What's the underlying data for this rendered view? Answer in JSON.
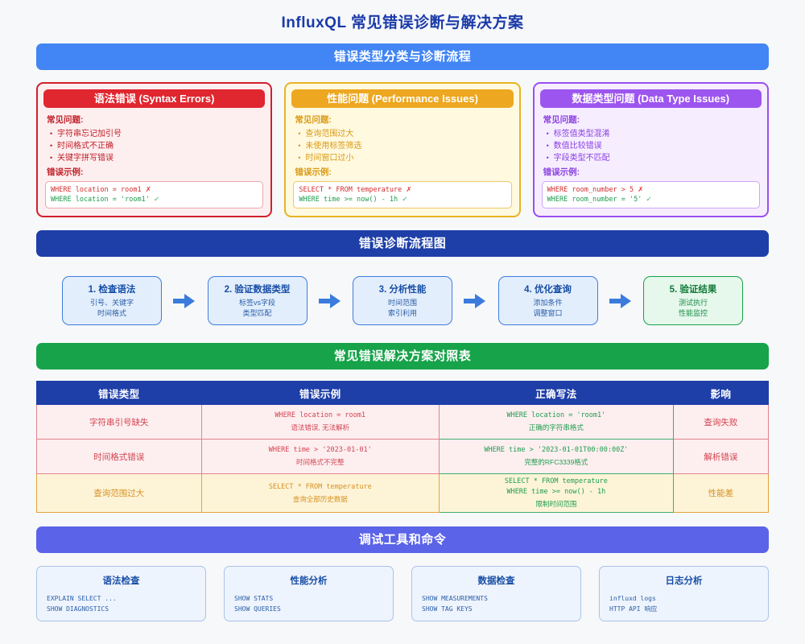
{
  "page_title": "InfluxQL 常见错误诊断与解决方案",
  "sections": {
    "classification": {
      "bar_label": "错误类型分类与诊断流程"
    },
    "flow": {
      "bar_label": "错误诊断流程图"
    },
    "table": {
      "bar_label": "常见错误解决方案对照表"
    },
    "tools": {
      "bar_label": "调试工具和命令"
    }
  },
  "error_cards": [
    {
      "title": "语法错误 (Syntax Errors)",
      "issues_label": "常见问题:",
      "issues": [
        "字符串忘记加引号",
        "时间格式不正确",
        "关键字拼写错误"
      ],
      "example_label": "错误示例:",
      "bad_code": "WHERE location = room1",
      "good_code": "WHERE location = 'room1'",
      "accent": "#e0262f"
    },
    {
      "title": "性能问题 (Performance Issues)",
      "issues_label": "常见问题:",
      "issues": [
        "查询范围过大",
        "未使用标签筛选",
        "时间窗口过小"
      ],
      "example_label": "错误示例:",
      "bad_code": "SELECT * FROM temperature",
      "good_code": "WHERE time >= now() - 1h",
      "accent": "#eda720"
    },
    {
      "title": "数据类型问题 (Data Type Issues)",
      "issues_label": "常见问题:",
      "issues": [
        "标签值类型混淆",
        "数值比较错误",
        "字段类型不匹配"
      ],
      "example_label": "错误示例:",
      "bad_code": "WHERE room_number > 5",
      "good_code": "WHERE room_number = '5'",
      "accent": "#9d55ef"
    }
  ],
  "flow_steps": [
    {
      "title": "1. 检查语法",
      "line1": "引号、关键字",
      "line2": "时间格式"
    },
    {
      "title": "2. 验证数据类型",
      "line1": "标签vs字段",
      "line2": "类型匹配"
    },
    {
      "title": "3. 分析性能",
      "line1": "时间范围",
      "line2": "索引利用"
    },
    {
      "title": "4. 优化查询",
      "line1": "添加条件",
      "line2": "调整窗口"
    },
    {
      "title": "5. 验证结果",
      "line1": "测试执行",
      "line2": "性能监控"
    }
  ],
  "table": {
    "headers": [
      "错误类型",
      "错误示例",
      "正确写法",
      "影响"
    ],
    "rows": [
      {
        "type": "字符串引号缺失",
        "bad_code": "WHERE location = room1",
        "bad_note": "语法错误, 无法解析",
        "good_code": "WHERE location = 'room1'",
        "good_note": "正确的字符串格式",
        "impact": "查询失败",
        "style": "pink"
      },
      {
        "type": "时间格式错误",
        "bad_code": "WHERE time > '2023-01-01'",
        "bad_note": "时间格式不完整",
        "good_code": "WHERE time > '2023-01-01T00:00:00Z'",
        "good_note": "完整的RFC3339格式",
        "impact": "解析错误",
        "style": "pink"
      },
      {
        "type": "查询范围过大",
        "bad_code": "SELECT * FROM temperature",
        "bad_note": "查询全部历史数据",
        "good_code": "SELECT * FROM temperature\nWHERE time >= now() - 1h",
        "good_note": "限制时间范围",
        "impact": "性能差",
        "style": "amber"
      }
    ]
  },
  "tools": [
    {
      "title": "语法检查",
      "commands": [
        "EXPLAIN SELECT ...",
        "SHOW DIAGNOSTICS"
      ]
    },
    {
      "title": "性能分析",
      "commands": [
        "SHOW STATS",
        "SHOW QUERIES"
      ]
    },
    {
      "title": "数据检查",
      "commands": [
        "SHOW MEASUREMENTS",
        "SHOW TAG KEYS"
      ]
    },
    {
      "title": "日志分析",
      "commands": [
        "influxd logs",
        "HTTP API 响应"
      ]
    }
  ],
  "marks": {
    "bad": "✗",
    "good": "✓"
  },
  "colors": {
    "title": "#1a3aa8",
    "bar_blue": "#4285f4",
    "bar_navy": "#1e3fa8",
    "bar_green": "#17a34a",
    "bar_indigo": "#5b63e8"
  }
}
